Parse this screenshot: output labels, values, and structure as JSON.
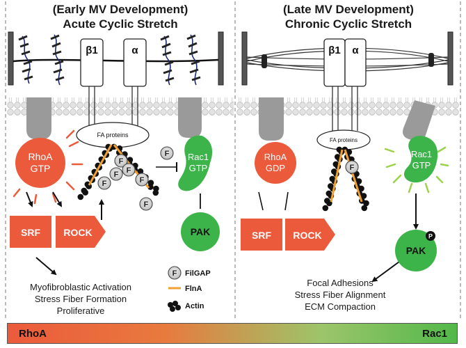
{
  "panels": {
    "left": {
      "title_line1": "(Early MV Development)",
      "title_line2": "Acute Cyclic Stretch",
      "integrin_beta": "β1",
      "integrin_alpha": "α",
      "fa_label": "FA proteins",
      "rhoa_line1": "RhoA",
      "rhoa_line2": "GTP",
      "rac1_line1": "Rac1",
      "rac1_line2": "GTP",
      "srf_label": "SRF",
      "rock_label": "ROCK",
      "pak_label": "PAK",
      "filgap_letter": "F",
      "outcome_line1": "Myofibroblastic Activation",
      "outcome_line2": "Stress Fiber Formation",
      "outcome_line3": "Proliferative"
    },
    "right": {
      "title_line1": "(Late MV Development)",
      "title_line2": "Chronic Cyclic Stretch",
      "integrin_beta": "β1",
      "integrin_alpha": "α",
      "fa_label": "FA proteins",
      "rhoa_line1": "RhoA",
      "rhoa_line2": "GDP",
      "rac1_line1": "Rac1",
      "rac1_line2": "GTP",
      "srf_label": "SRF",
      "rock_label": "ROCK",
      "pak_label": "PAK",
      "phospho_label": "P",
      "filgap_letter": "F",
      "outcome_line1": "Focal Adhesions",
      "outcome_line2": "Stress Fiber Alignment",
      "outcome_line3": "ECM Compaction"
    }
  },
  "legend": {
    "filgap_letter": "F",
    "filgap_label": "FilGAP",
    "flna_label": "FlnA",
    "actin_label": "Actin"
  },
  "gradient_bar": {
    "left_label": "RhoA",
    "right_label": "Rac1"
  },
  "colors": {
    "rhoa": "#ec5a3c",
    "rac1": "#3cb44a",
    "flna": "#f0a030",
    "integrin_gray": "#9a9a9a",
    "collagen_blue": "#1c2a6e"
  }
}
